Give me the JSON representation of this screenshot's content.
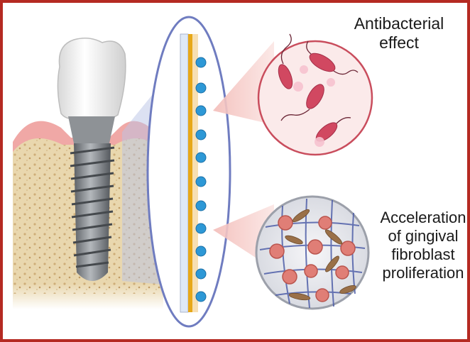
{
  "labels": {
    "antibacterial": [
      "Antibacterial",
      "effect"
    ],
    "fibroblast": [
      "Acceleration",
      "of gingival",
      "fibroblast",
      "proliferation"
    ]
  },
  "icons": [
    "dental-implant-icon",
    "coated-surface-icon",
    "bacteria-icon",
    "fibroblast-cell-icon"
  ],
  "colors": {
    "frame": "#b52a22",
    "gum": "#f0a8a6",
    "bone": "#e9d7ae",
    "implant": "#8c9094",
    "coating_gold": "#e7a818",
    "nanoparticle": "#2d98d6",
    "bacteria": "#d14861",
    "cell": "#e07e76",
    "mesh": "#4e5ea8"
  }
}
